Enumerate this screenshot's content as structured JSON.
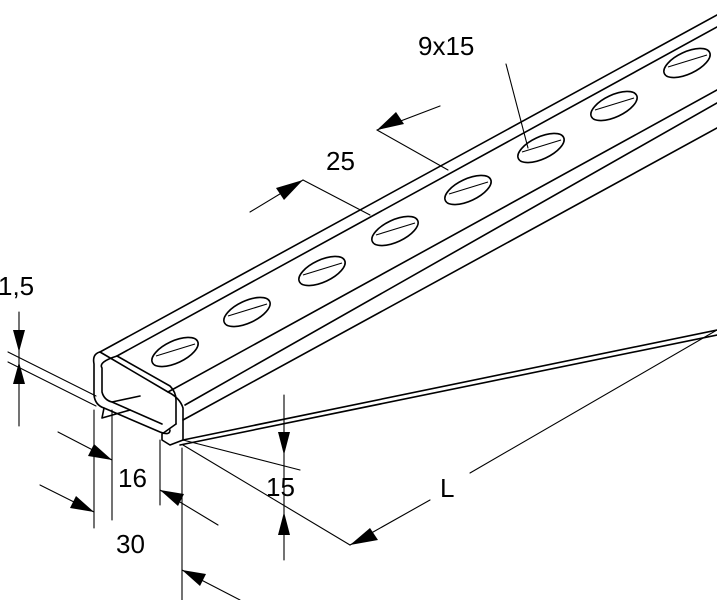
{
  "dimensions": {
    "thickness": "1,5",
    "slot_size": "9x15",
    "slot_pitch": "25",
    "inner_opening": "16",
    "width": "30",
    "height": "15",
    "length": "L"
  }
}
